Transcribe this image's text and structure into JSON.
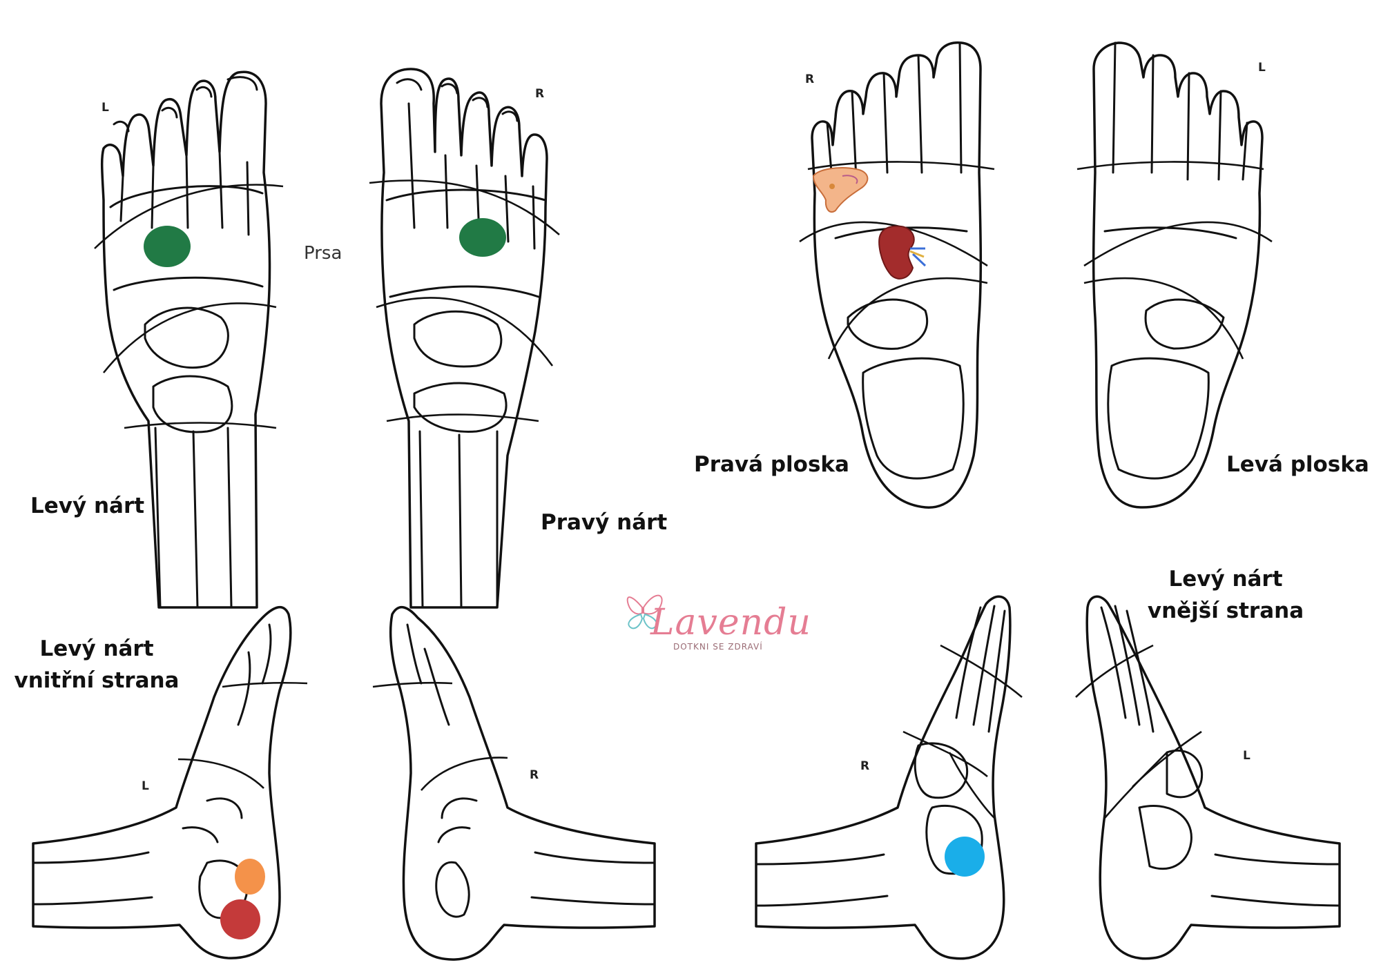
{
  "labels": {
    "top_left_foot": "Levý nárt",
    "top_right_foot": "Pravý nárt",
    "chest_note": "Prsa",
    "right_sole": "Pravá ploska",
    "left_sole": "Levá ploska",
    "left_inner_line1": "Levý nárt",
    "left_inner_line2": "vnitřní strana",
    "left_outer_line1": "Levý nárt",
    "left_outer_line2": "vnější strana"
  },
  "side_marks": {
    "dorsal_left": "L",
    "dorsal_right": "R",
    "sole_right": "R",
    "sole_left": "L",
    "medial_left": "L",
    "medial_right": "R",
    "lateral_right": "R",
    "lateral_left": "L"
  },
  "logo": {
    "name": "Lavendu",
    "tagline": "DOTKNI SE ZDRAVÍ"
  },
  "markers": {
    "chest": "#217a45",
    "orange": "#f4924a",
    "red": "#c43a3a",
    "blue": "#1aaee9"
  },
  "icons": {
    "ear": "ear-icon",
    "kidney": "kidney-icon"
  }
}
